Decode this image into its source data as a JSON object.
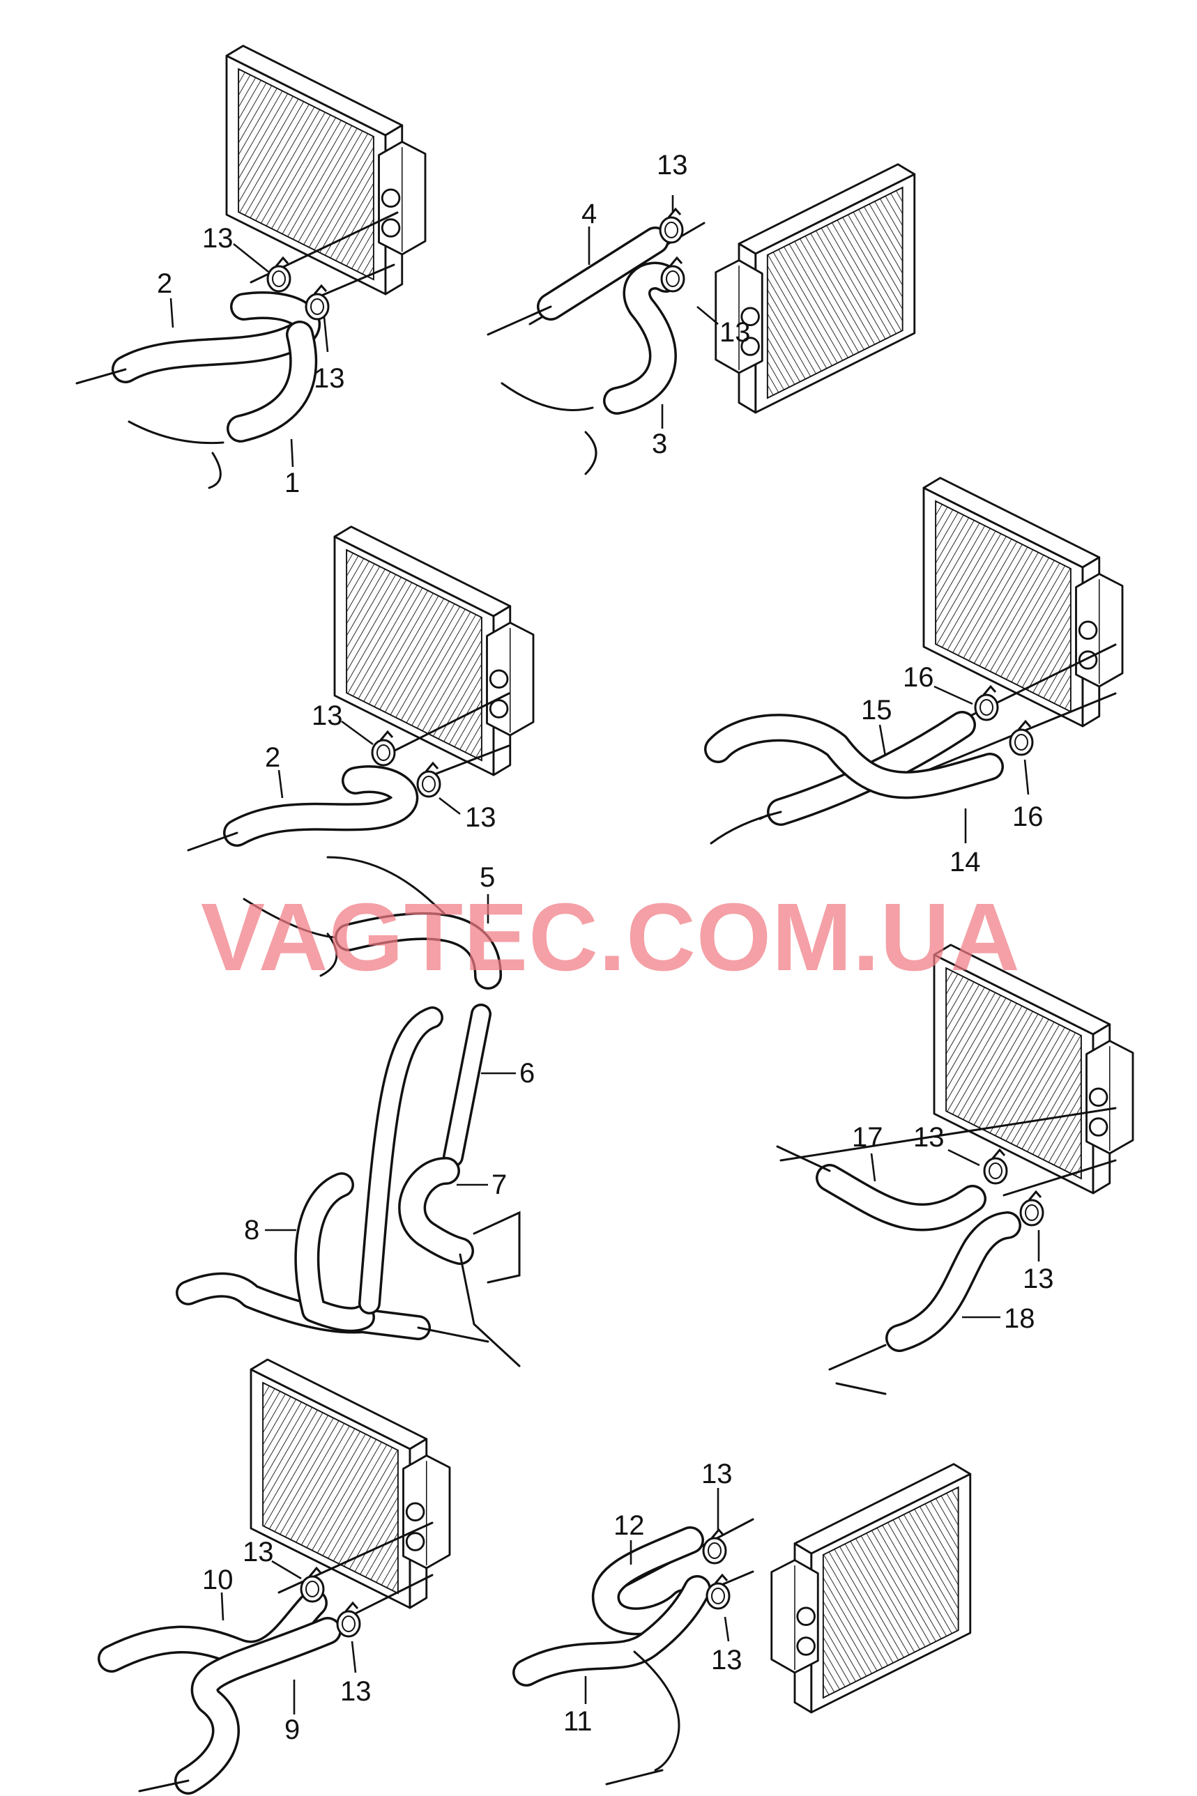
{
  "watermark": "VAGTEC.COM.UA",
  "labels": {
    "l1": "1",
    "l2a": "2",
    "l2b": "2",
    "l3": "3",
    "l4": "4",
    "l5": "5",
    "l6": "6",
    "l7": "7",
    "l8": "8",
    "l9": "9",
    "l10": "10",
    "l11": "11",
    "l12": "12",
    "l13a": "13",
    "l13b": "13",
    "l13c": "13",
    "l13d": "13",
    "l13e": "13",
    "l13f": "13",
    "l13g": "13",
    "l13h": "13",
    "l13i": "13",
    "l13j": "13",
    "l13k": "13",
    "l13l": "13",
    "l14": "14",
    "l15": "15",
    "l16a": "16",
    "l16b": "16",
    "l17": "17",
    "l18": "18"
  }
}
